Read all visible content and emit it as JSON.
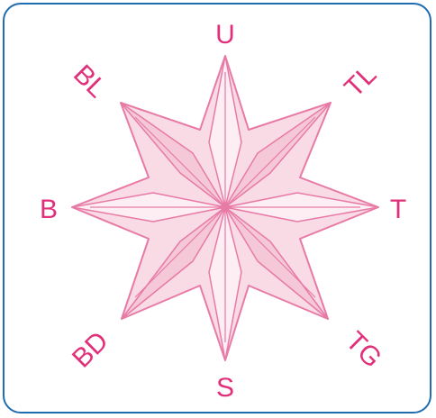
{
  "colors": {
    "frame_border": "#1f6cb0",
    "star_stroke": "#e87aa6",
    "star_fill_light": "#fbe3ec",
    "star_fill_mid": "#f7cfdd",
    "label": "#e0307a"
  },
  "compass": {
    "labels": {
      "north": "U",
      "northeast": "TL",
      "east": "T",
      "southeast": "TG",
      "south": "S",
      "southwest": "BD",
      "west": "B",
      "northwest": "BL"
    }
  }
}
